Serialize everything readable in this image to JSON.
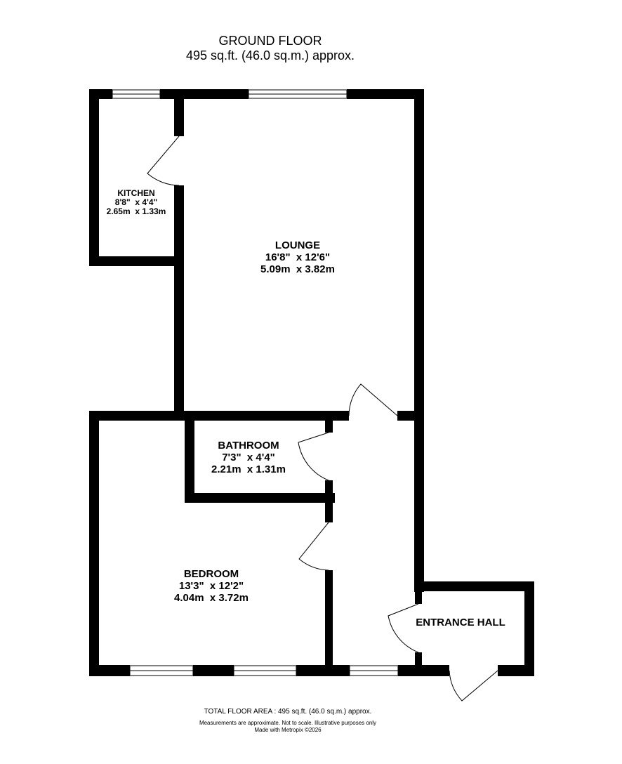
{
  "title": "GROUND FLOOR",
  "area": "495 sq.ft. (46.0 sq.m.) approx.",
  "rooms": {
    "kitchen": {
      "name": "KITCHEN",
      "imperial": "8'8\"  x 4'4\"",
      "metric": "2.65m  x 1.33m"
    },
    "lounge": {
      "name": "LOUNGE",
      "imperial": "16'8\"  x 12'6\"",
      "metric": "5.09m  x 3.82m"
    },
    "bathroom": {
      "name": "BATHROOM",
      "imperial": "7'3\"  x 4'4\"",
      "metric": "2.21m  x 1.31m"
    },
    "bedroom": {
      "name": "BEDROOM",
      "imperial": "13'3\"  x 12'2\"",
      "metric": "4.04m  x 3.72m"
    },
    "entrance_hall": {
      "name": "ENTRANCE HALL"
    }
  },
  "footer": {
    "total_area": "TOTAL FLOOR AREA : 495 sq.ft. (46.0 sq.m.) approx.",
    "measurements": "Measurements are approximate.  Not to scale.  Illustrative purposes only",
    "made_with": "Made with Metropix ©2026"
  }
}
